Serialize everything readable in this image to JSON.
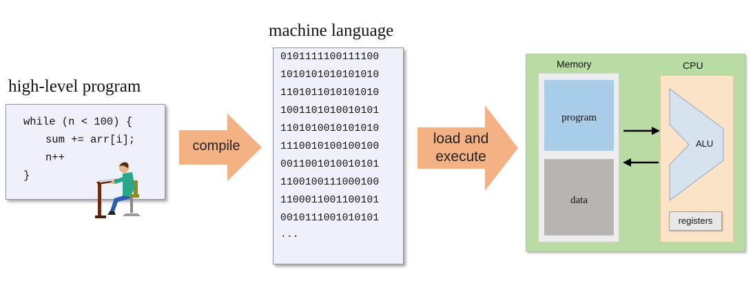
{
  "source": {
    "title": "high-level program",
    "code_lines": [
      "while (n < 100) {",
      "sum += arr[i];",
      "n++",
      "}"
    ]
  },
  "compile": {
    "label": "compile"
  },
  "machine": {
    "title": "machine language",
    "lines": [
      "0101111100111100",
      "1010101010101010",
      "1101011010101010",
      "1001101010010101",
      "1101010010101010",
      "1110010100100100",
      "0011001010010101",
      "1100100111000100",
      "1100011001100101",
      "0010111001010101",
      "..."
    ]
  },
  "load": {
    "label_line1": "load and",
    "label_line2": "execute"
  },
  "system": {
    "memory_label": "Memory",
    "cpu_label": "CPU",
    "program_label": "program",
    "data_label": "data",
    "alu_label": "ALU",
    "registers_label": "registers"
  },
  "colors": {
    "arrow": "#f4b183",
    "memory_program": "#a9cce8",
    "memory_data": "#b8b4b2",
    "memory_panel": "#ededed",
    "cpu_panel": "#fbe3c8",
    "system_bg": "#b9dba4",
    "code_bg": "#eef0fa"
  }
}
